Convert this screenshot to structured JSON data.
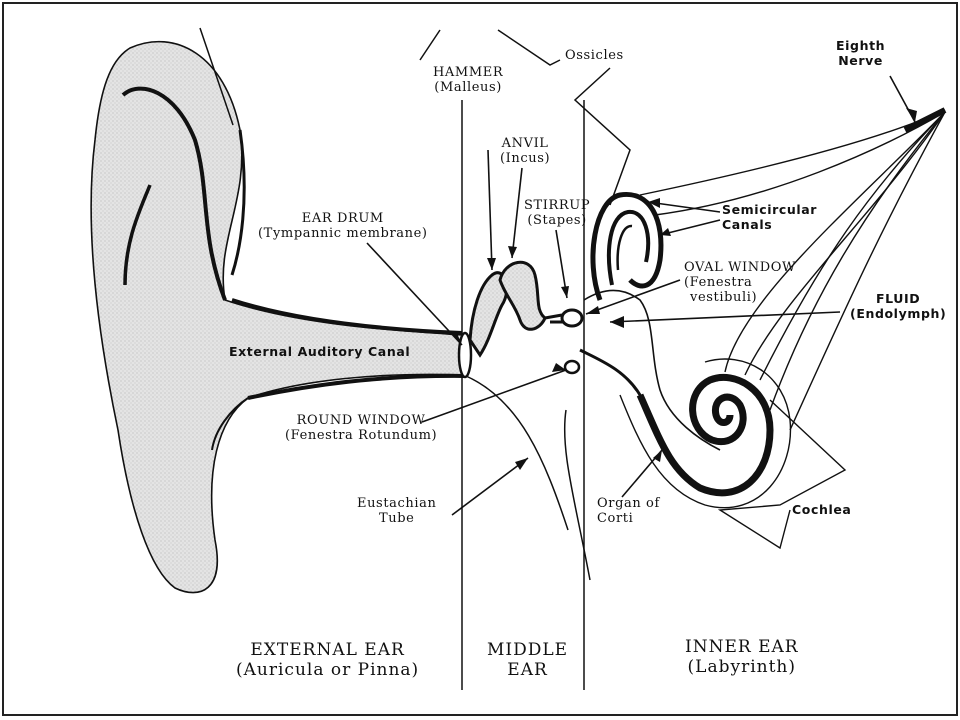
{
  "labels": {
    "ossicles": "Ossicles",
    "eighth_nerve": [
      "Eighth",
      "Nerve"
    ],
    "hammer": [
      "HAMMER",
      "(Malleus)"
    ],
    "anvil": [
      "ANVIL",
      "(Incus)"
    ],
    "stirrup": [
      "STIRRUP",
      "(Stapes)"
    ],
    "semicircular": [
      "Semicircular",
      "Canals"
    ],
    "ear_drum": [
      "EAR DRUM",
      "(Tympannic membrane)"
    ],
    "oval_window": [
      "OVAL WINDOW",
      "(Fenestra",
      "vestibuli)"
    ],
    "fluid": [
      "FLUID",
      "(Endolymph)"
    ],
    "external_canal": "External Auditory Canal",
    "round_window": [
      "ROUND WINDOW",
      "(Fenestra Rotundum)"
    ],
    "eustachian": [
      "Eustachian",
      "Tube"
    ],
    "organ_corti": [
      "Organ of",
      "Corti"
    ],
    "cochlea": "Cochlea"
  },
  "sections": {
    "external": [
      "EXTERNAL EAR",
      "(Auricula or Pinna)"
    ],
    "middle": [
      "MIDDLE",
      "EAR"
    ],
    "inner": [
      "INNER EAR",
      "(Labyrinth)"
    ]
  }
}
